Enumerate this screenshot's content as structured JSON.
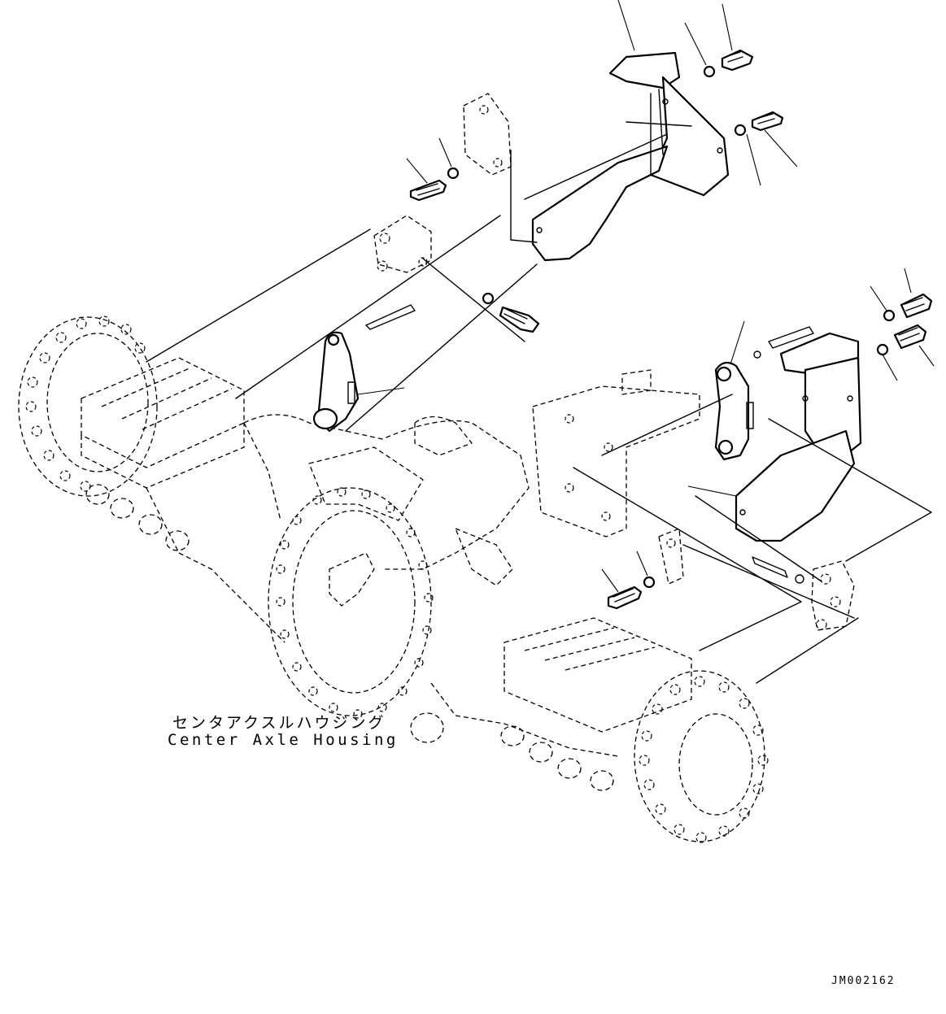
{
  "part_label": {
    "japanese": "センタアクスルハウジング",
    "english": "Center Axle Housing"
  },
  "drawing_number": "JM002162"
}
